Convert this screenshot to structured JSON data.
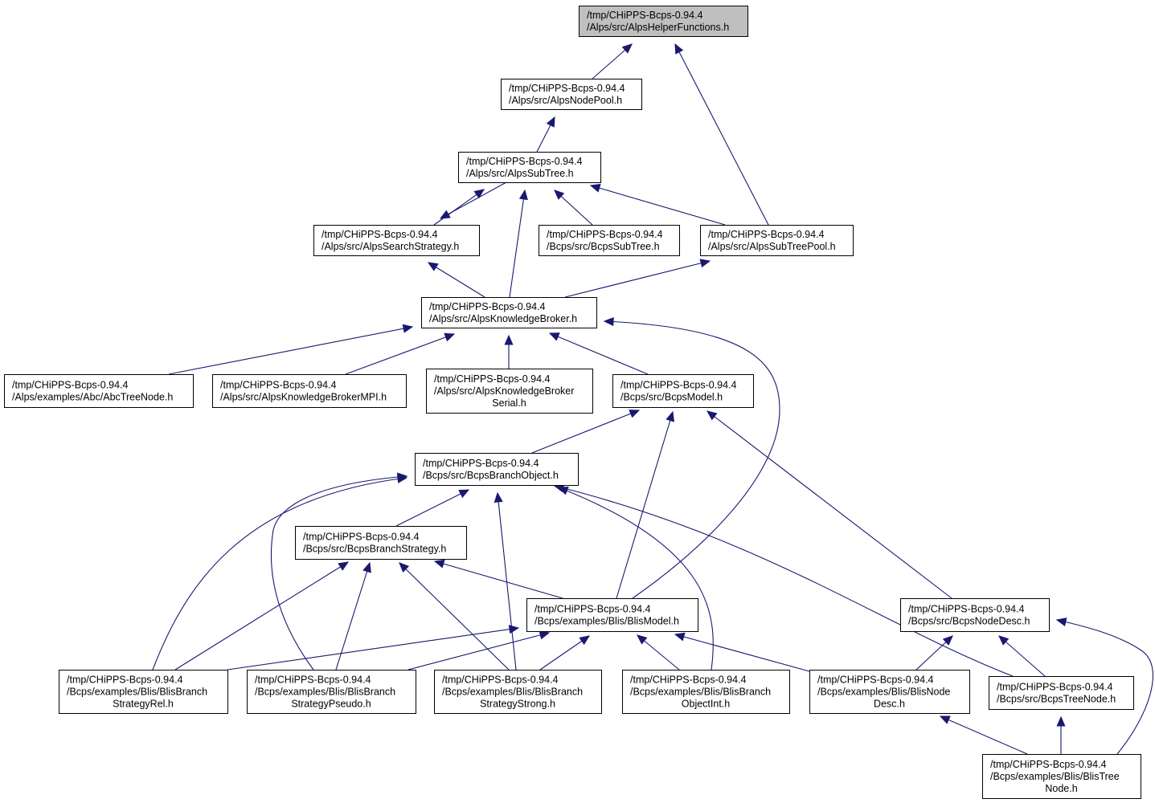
{
  "graph": {
    "nodes": [
      {
        "id": "helper",
        "lines": [
          "/tmp/CHiPPS-Bcps-0.94.4",
          "/Alps/src/AlpsHelperFunctions.h"
        ],
        "root": true
      },
      {
        "id": "nodepool",
        "lines": [
          "/tmp/CHiPPS-Bcps-0.94.4",
          "/Alps/src/AlpsNodePool.h"
        ]
      },
      {
        "id": "subtree",
        "lines": [
          "/tmp/CHiPPS-Bcps-0.94.4",
          "/Alps/src/AlpsSubTree.h"
        ]
      },
      {
        "id": "searchstrategy",
        "lines": [
          "/tmp/CHiPPS-Bcps-0.94.4",
          "/Alps/src/AlpsSearchStrategy.h"
        ]
      },
      {
        "id": "bcpssubtree",
        "lines": [
          "/tmp/CHiPPS-Bcps-0.94.4",
          "/Bcps/src/BcpsSubTree.h"
        ]
      },
      {
        "id": "subtreepool",
        "lines": [
          "/tmp/CHiPPS-Bcps-0.94.4",
          "/Alps/src/AlpsSubTreePool.h"
        ]
      },
      {
        "id": "kbroker",
        "lines": [
          "/tmp/CHiPPS-Bcps-0.94.4",
          "/Alps/src/AlpsKnowledgeBroker.h"
        ]
      },
      {
        "id": "abctreenode",
        "lines": [
          "/tmp/CHiPPS-Bcps-0.94.4",
          "/Alps/examples/Abc/AbcTreeNode.h"
        ]
      },
      {
        "id": "kbrokermpi",
        "lines": [
          "/tmp/CHiPPS-Bcps-0.94.4",
          "/Alps/src/AlpsKnowledgeBrokerMPI.h"
        ]
      },
      {
        "id": "kbrokerserial",
        "lines": [
          "/tmp/CHiPPS-Bcps-0.94.4",
          "/Alps/src/AlpsKnowledgeBroker",
          "Serial.h"
        ]
      },
      {
        "id": "bcpsmodel",
        "lines": [
          "/tmp/CHiPPS-Bcps-0.94.4",
          "/Bcps/src/BcpsModel.h"
        ]
      },
      {
        "id": "branchobject",
        "lines": [
          "/tmp/CHiPPS-Bcps-0.94.4",
          "/Bcps/src/BcpsBranchObject.h"
        ]
      },
      {
        "id": "branchstrategy",
        "lines": [
          "/tmp/CHiPPS-Bcps-0.94.4",
          "/Bcps/src/BcpsBranchStrategy.h"
        ]
      },
      {
        "id": "blismodel",
        "lines": [
          "/tmp/CHiPPS-Bcps-0.94.4",
          "/Bcps/examples/Blis/BlisModel.h"
        ]
      },
      {
        "id": "bcpsnodedesc",
        "lines": [
          "/tmp/CHiPPS-Bcps-0.94.4",
          "/Bcps/src/BcpsNodeDesc.h"
        ]
      },
      {
        "id": "bsrel",
        "lines": [
          "/tmp/CHiPPS-Bcps-0.94.4",
          "/Bcps/examples/Blis/BlisBranch",
          "StrategyRel.h"
        ]
      },
      {
        "id": "bspseudo",
        "lines": [
          "/tmp/CHiPPS-Bcps-0.94.4",
          "/Bcps/examples/Blis/BlisBranch",
          "StrategyPseudo.h"
        ]
      },
      {
        "id": "bsstrong",
        "lines": [
          "/tmp/CHiPPS-Bcps-0.94.4",
          "/Bcps/examples/Blis/BlisBranch",
          "StrategyStrong.h"
        ]
      },
      {
        "id": "boint",
        "lines": [
          "/tmp/CHiPPS-Bcps-0.94.4",
          "/Bcps/examples/Blis/BlisBranch",
          "ObjectInt.h"
        ]
      },
      {
        "id": "blisnodedesc",
        "lines": [
          "/tmp/CHiPPS-Bcps-0.94.4",
          "/Bcps/examples/Blis/BlisNode",
          "Desc.h"
        ]
      },
      {
        "id": "bcpstreenode",
        "lines": [
          "/tmp/CHiPPS-Bcps-0.94.4",
          "/Bcps/src/BcpsTreeNode.h"
        ]
      },
      {
        "id": "blistreenode",
        "lines": [
          "/tmp/CHiPPS-Bcps-0.94.4",
          "/Bcps/examples/Blis/BlisTree",
          "Node.h"
        ]
      }
    ],
    "edges": [
      {
        "from": "nodepool",
        "to": "helper"
      },
      {
        "from": "subtreepool",
        "to": "helper"
      },
      {
        "from": "subtree",
        "to": "nodepool"
      },
      {
        "from": "searchstrategy",
        "to": "subtree"
      },
      {
        "from": "subtree",
        "to": "searchstrategy"
      },
      {
        "from": "bcpssubtree",
        "to": "subtree"
      },
      {
        "from": "subtreepool",
        "to": "subtree"
      },
      {
        "from": "kbroker",
        "to": "subtree"
      },
      {
        "from": "kbroker",
        "to": "searchstrategy"
      },
      {
        "from": "kbroker",
        "to": "subtreepool"
      },
      {
        "from": "abctreenode",
        "to": "kbroker"
      },
      {
        "from": "kbrokermpi",
        "to": "kbroker"
      },
      {
        "from": "kbrokerserial",
        "to": "kbroker"
      },
      {
        "from": "bcpsmodel",
        "to": "kbroker"
      },
      {
        "from": "blismodel",
        "to": "kbroker"
      },
      {
        "from": "branchobject",
        "to": "bcpsmodel"
      },
      {
        "from": "blismodel",
        "to": "bcpsmodel"
      },
      {
        "from": "bcpsnodedesc",
        "to": "bcpsmodel"
      },
      {
        "from": "branchstrategy",
        "to": "branchobject"
      },
      {
        "from": "bsrel",
        "to": "branchobject"
      },
      {
        "from": "bspseudo",
        "to": "branchobject"
      },
      {
        "from": "bsstrong",
        "to": "branchobject"
      },
      {
        "from": "boint",
        "to": "branchobject"
      },
      {
        "from": "bcpstreenode",
        "to": "branchobject"
      },
      {
        "from": "blismodel",
        "to": "branchstrategy"
      },
      {
        "from": "bsrel",
        "to": "branchstrategy"
      },
      {
        "from": "bspseudo",
        "to": "branchstrategy"
      },
      {
        "from": "bsstrong",
        "to": "branchstrategy"
      },
      {
        "from": "bsrel",
        "to": "blismodel"
      },
      {
        "from": "bspseudo",
        "to": "blismodel"
      },
      {
        "from": "bsstrong",
        "to": "blismodel"
      },
      {
        "from": "boint",
        "to": "blismodel"
      },
      {
        "from": "blisnodedesc",
        "to": "blismodel"
      },
      {
        "from": "blisnodedesc",
        "to": "bcpsnodedesc"
      },
      {
        "from": "bcpstreenode",
        "to": "bcpsnodedesc"
      },
      {
        "from": "blistreenode",
        "to": "bcpsnodedesc"
      },
      {
        "from": "blistreenode",
        "to": "blisnodedesc"
      },
      {
        "from": "blistreenode",
        "to": "bcpstreenode"
      }
    ]
  },
  "colors": {
    "edge": "#191970",
    "root_fill": "#bfbfbf",
    "node_fill": "#ffffff",
    "node_border": "#000000"
  }
}
